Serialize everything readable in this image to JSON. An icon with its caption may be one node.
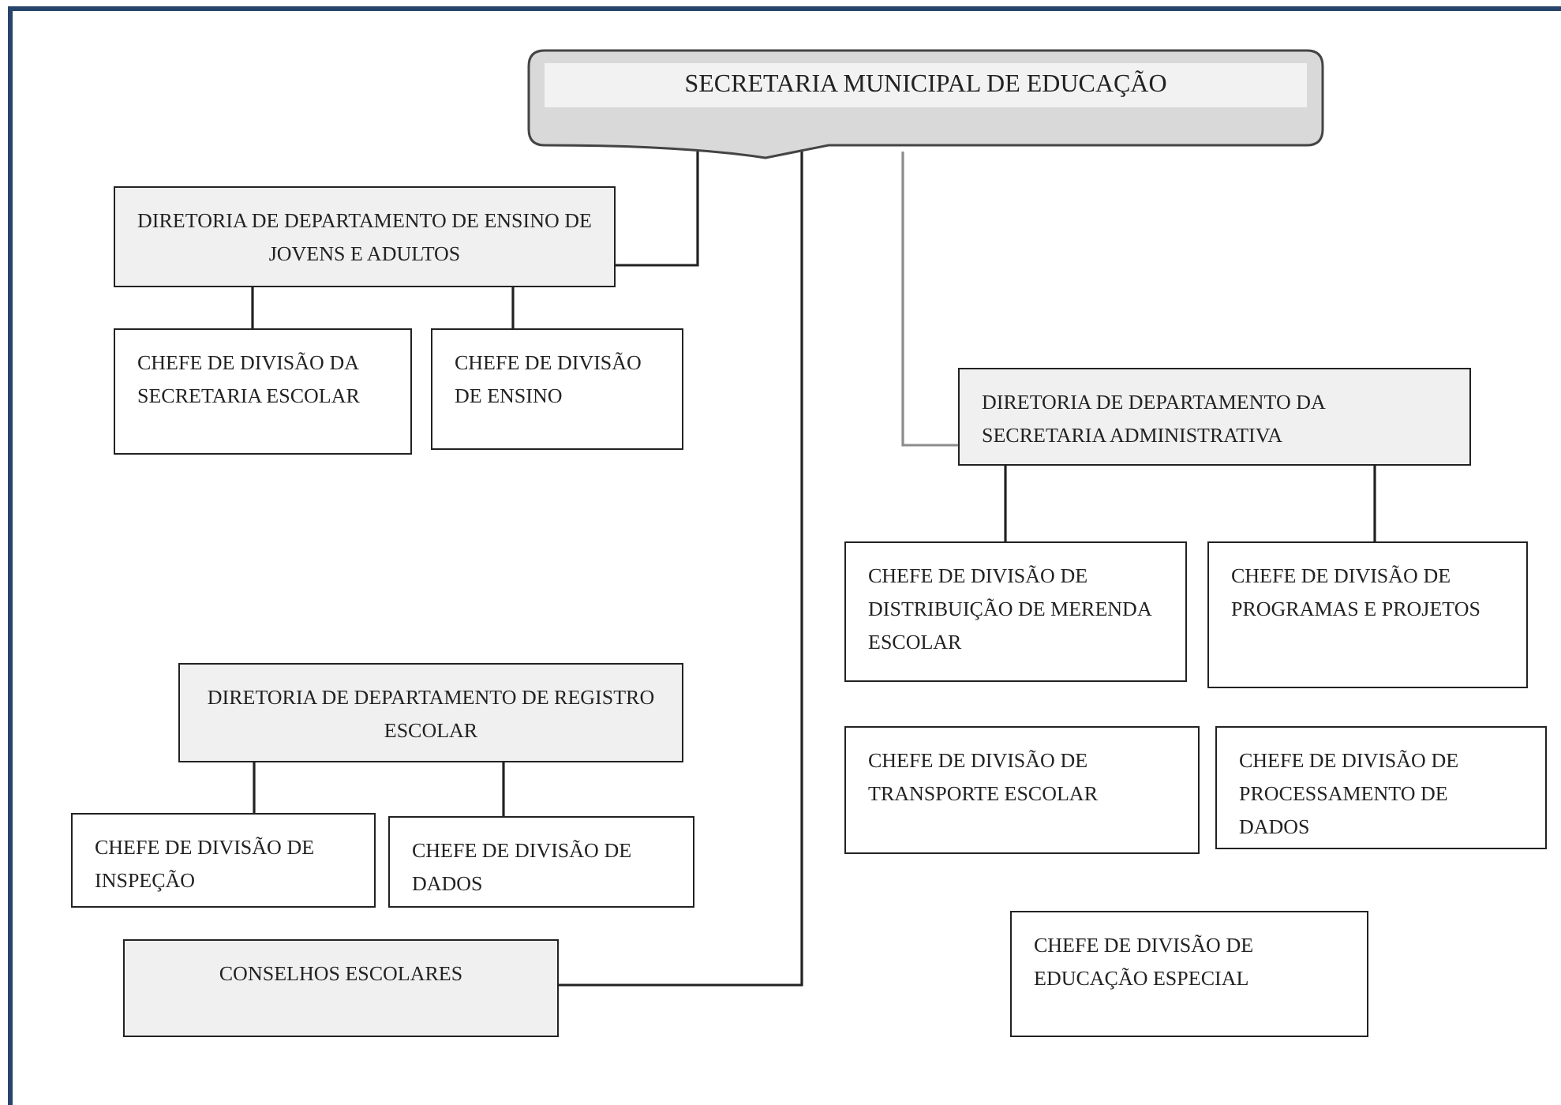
{
  "diagram": {
    "nodes": [
      {
        "text": [
          "SECRETARIA MUNICIPAL DE EDUCAÇÃO"
        ]
      },
      {
        "text": [
          "DIRETORIA DE DEPARTAMENTO DE ENSINO DE JOVENS E ADULTOS"
        ]
      },
      {
        "text": [
          "CHEFE DE DIVISÃO DA SECRETARIA ESCOLAR"
        ]
      },
      {
        "text": [
          "CHEFE DE DIVISÃO DE ENSINO"
        ]
      },
      {
        "text": [
          "DIRETORIA DE DEPARTAMENTO DA SECRETARIA ADMINISTRATIVA"
        ]
      },
      {
        "text": [
          "CHEFE DE DIVISÃO DE DISTRIBUIÇÃO DE MERENDA ESCOLAR"
        ]
      },
      {
        "text": [
          "CHEFE DE DIVISÃO DE PROGRAMAS E PROJETOS"
        ]
      },
      {
        "text": [
          "CHEFE DE DIVISÃO DE TRANSPORTE ESCOLAR"
        ]
      },
      {
        "text": [
          "CHEFE DE DIVISÃO DE PROCESSAMENTO DE DADOS"
        ]
      },
      {
        "text": [
          "CHEFE DE DIVISÃO DE EDUCAÇÃO ESPECIAL"
        ]
      },
      {
        "text": [
          "DIRETORIA DE DEPARTAMENTO DE REGISTRO ESCOLAR"
        ]
      },
      {
        "text": [
          "CHEFE DE DIVISÃO DE INSPEÇÃO"
        ]
      },
      {
        "text": [
          "CHEFE DE DIVISÃO DE DADOS"
        ]
      },
      {
        "text": [
          "CONSELHOS ESCOLARES"
        ]
      }
    ],
    "edges": [
      {
        "from": 0,
        "to": 1,
        "arrow": "none"
      },
      {
        "from": 1,
        "to": 2,
        "arrow": "none"
      },
      {
        "from": 1,
        "to": 3,
        "arrow": "none"
      },
      {
        "from": 0,
        "to": 4,
        "arrow": "none",
        "color": "#8c8c8c"
      },
      {
        "from": 4,
        "to": 5,
        "arrow": "none"
      },
      {
        "from": 4,
        "to": 6,
        "arrow": "none"
      },
      {
        "from": 0,
        "to": 13,
        "arrow": "none"
      },
      {
        "from": 10,
        "to": 11,
        "arrow": "none"
      },
      {
        "from": 10,
        "to": 12,
        "arrow": "none"
      }
    ]
  }
}
